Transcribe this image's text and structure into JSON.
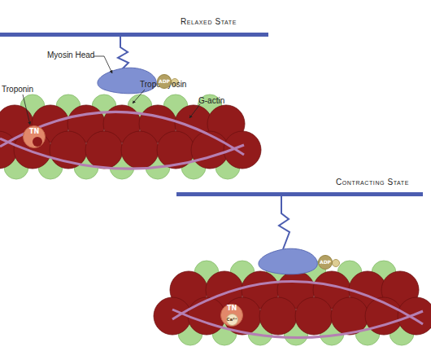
{
  "diagram": {
    "nodes": [
      {
        "text": [
          "ADP"
        ]
      },
      {
        "text": [
          "TN"
        ]
      },
      {
        "text": [
          "ADP"
        ]
      },
      {
        "text": [
          "TN"
        ]
      },
      {
        "text": [
          "Ca²⁺"
        ],
        "in": 3
      }
    ],
    "labels": [
      "Relaxed State",
      "Myosin Head",
      "Troponin",
      "Tropomyosin",
      "G-actin",
      "Contracting State"
    ]
  }
}
